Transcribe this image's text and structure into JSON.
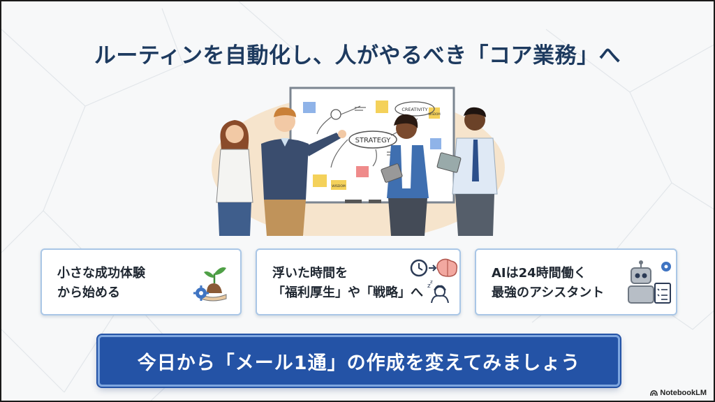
{
  "slide": {
    "title": "ルーティンを自動化し、人がやるべき「コア業務」へ",
    "whiteboard_labels": {
      "strategy": "STRATEGY",
      "creativity": "CREATIVITY",
      "wisdom1": "WISDOM",
      "wisdom2": "WISDOM"
    },
    "cards": [
      {
        "line1": "小さな成功体験",
        "line2": "から始める",
        "icon": "sprout-gear-icon"
      },
      {
        "line1": "浮いた時間を",
        "line2": "「福利厚生」や「戦略」へ",
        "icon": "clock-brain-relax-icon"
      },
      {
        "line1": "AIは24時間働く",
        "line2": "最強のアシスタント",
        "icon": "robot-checklist-icon"
      }
    ],
    "cta": "今日から「メール1通」の作成を変えてみましょう",
    "brand": "NotebookLM",
    "colors": {
      "title": "#1d3a5f",
      "cta_bg": "#2453a6",
      "card_border": "#a9c6e6"
    }
  }
}
